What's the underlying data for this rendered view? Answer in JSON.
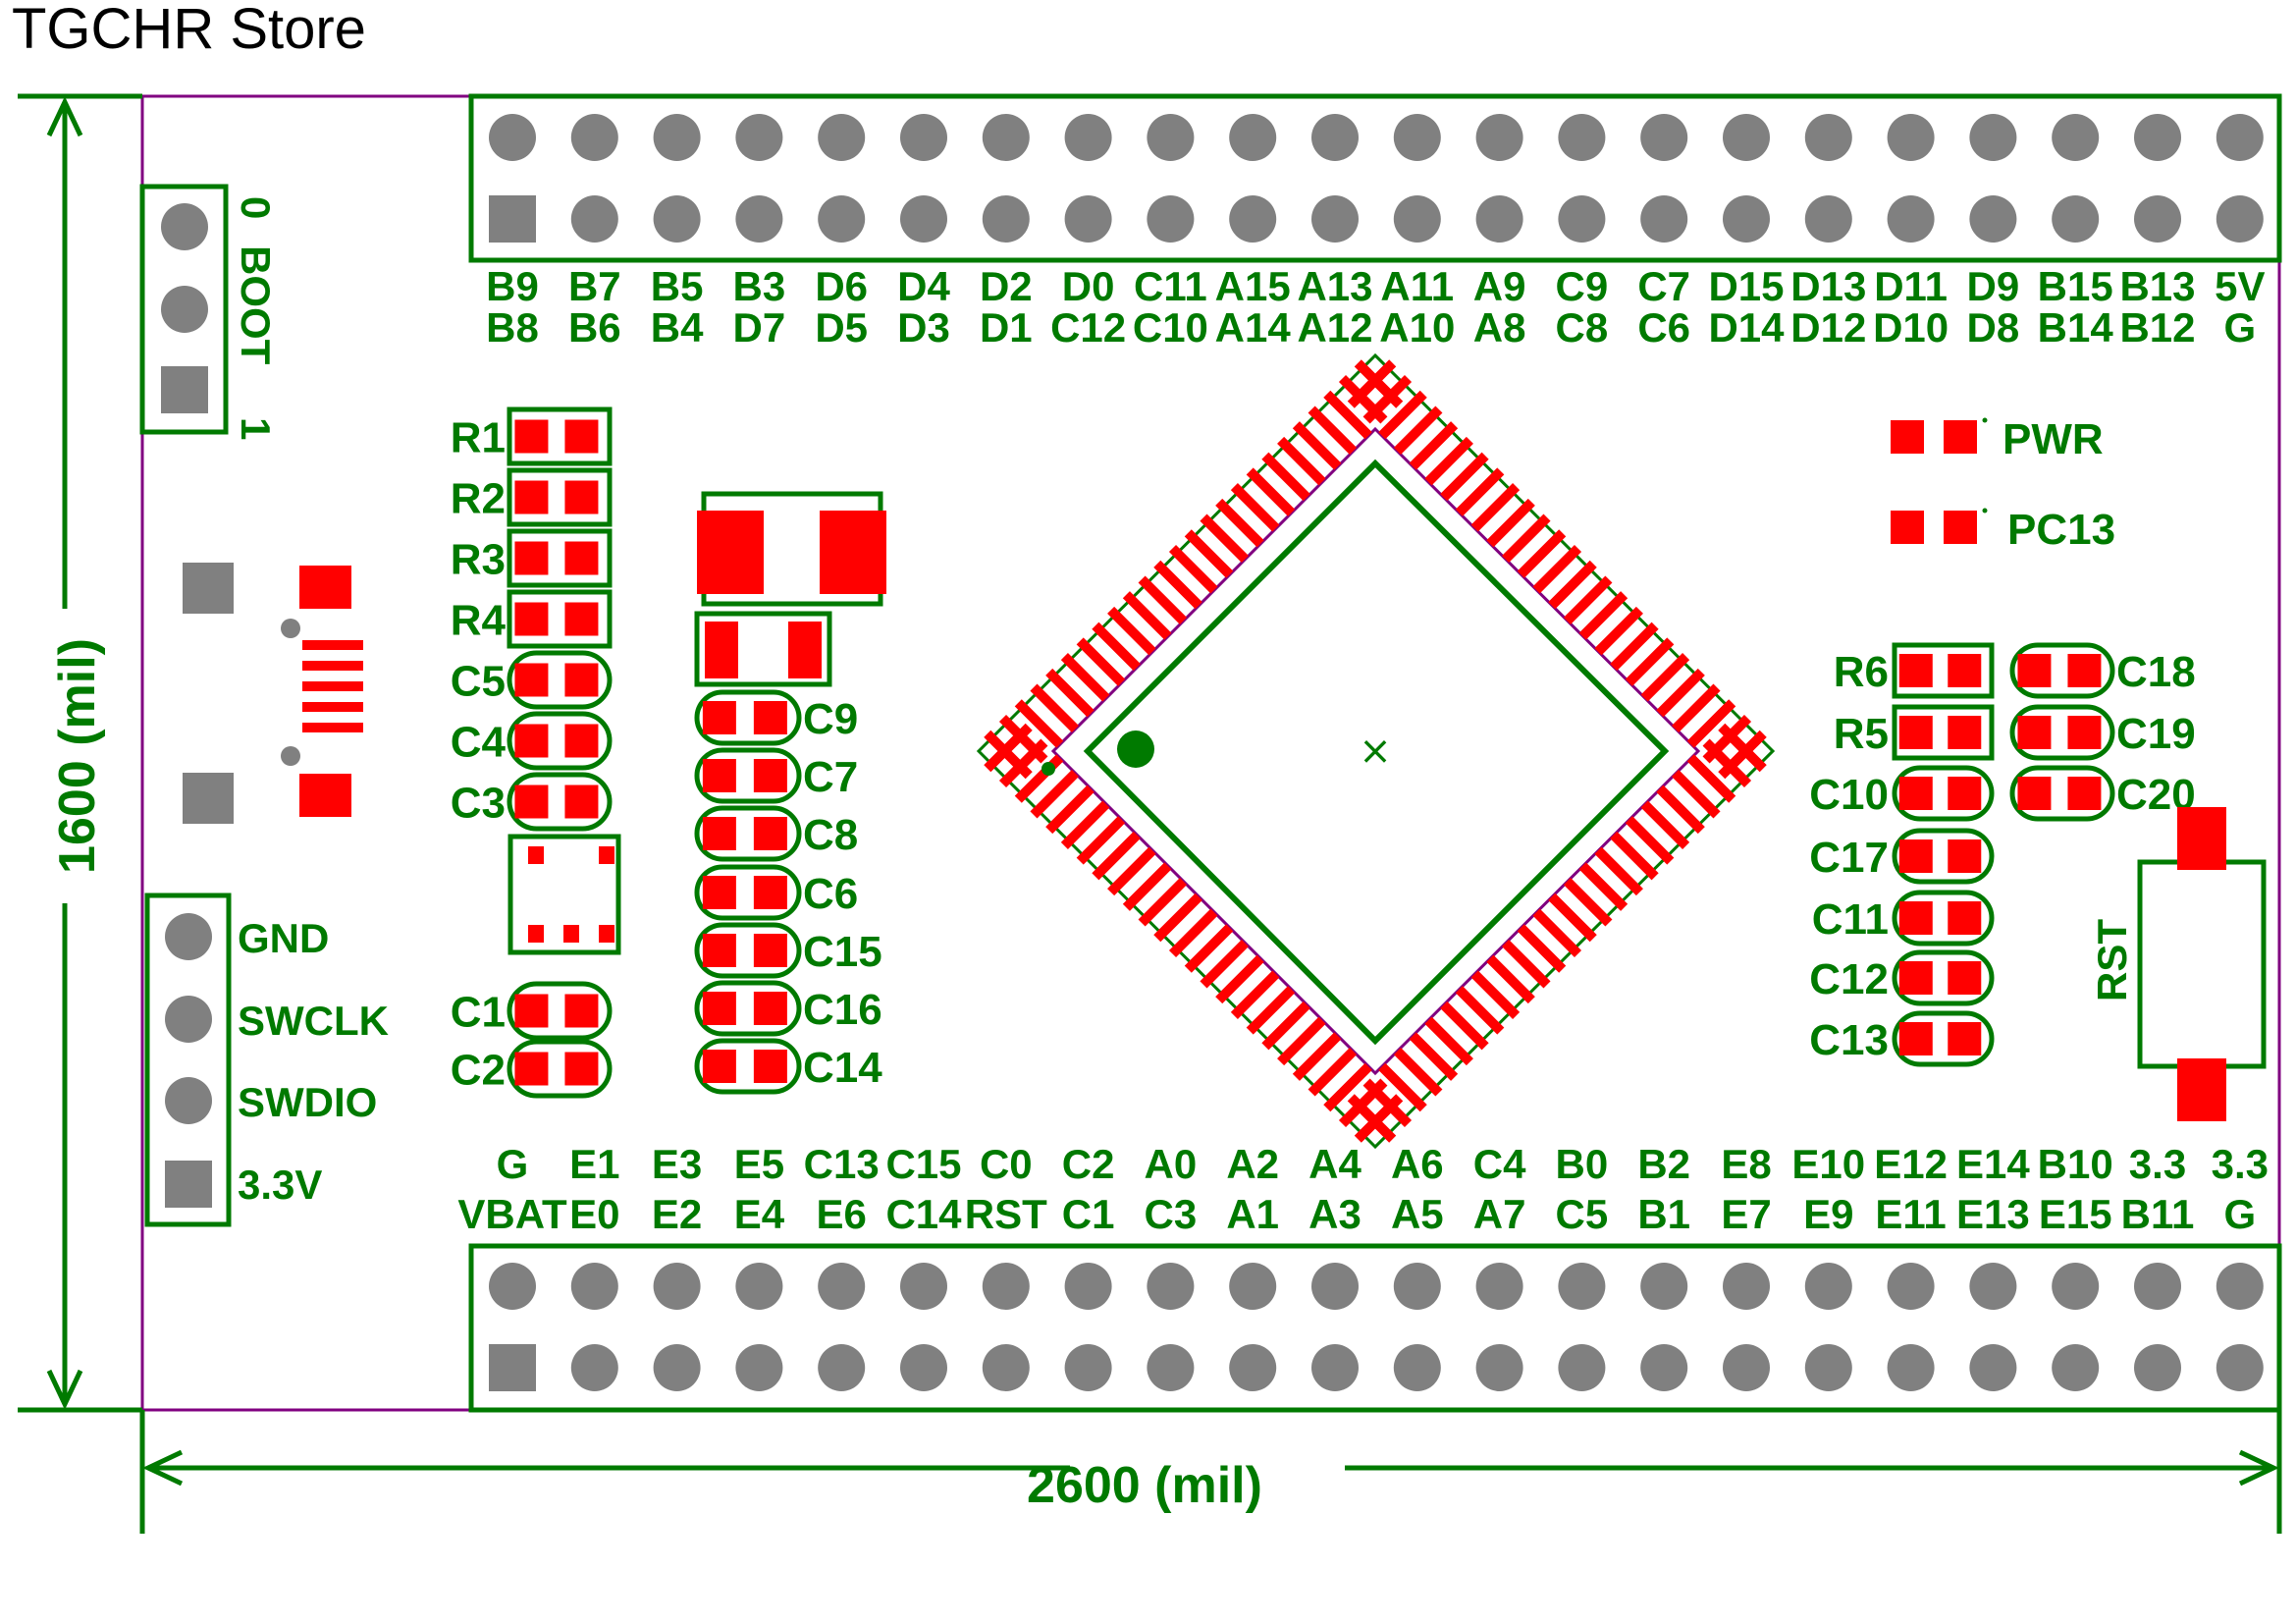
{
  "store_label": "TGCHR Store",
  "dimensions": {
    "width_label": "2600 (mil)",
    "height_label": "1600 (mil)"
  },
  "colors": {
    "silk": "#007a00",
    "pad": "#ff0000",
    "hole": "#808080",
    "outline": "#800080"
  },
  "top_header": {
    "row1": [
      "B9",
      "B7",
      "B5",
      "B3",
      "D6",
      "D4",
      "D2",
      "D0",
      "C11",
      "A15",
      "A13",
      "A11",
      "A9",
      "C9",
      "C7",
      "D15",
      "D13",
      "D11",
      "D9",
      "B15",
      "B13",
      "5V"
    ],
    "row2": [
      "B8",
      "B6",
      "B4",
      "D7",
      "D5",
      "D3",
      "D1",
      "C12",
      "C10",
      "A14",
      "A12",
      "A10",
      "A8",
      "C8",
      "C6",
      "D14",
      "D12",
      "D10",
      "D8",
      "B14",
      "B12",
      "G"
    ]
  },
  "bottom_header": {
    "row1": [
      "G",
      "E1",
      "E3",
      "E5",
      "C13",
      "C15",
      "C0",
      "C2",
      "A0",
      "A2",
      "A4",
      "A6",
      "C4",
      "B0",
      "B2",
      "E8",
      "E10",
      "E12",
      "E14",
      "B10",
      "3.3",
      "3.3"
    ],
    "row2": [
      "VBAT",
      "E0",
      "E2",
      "E4",
      "E6",
      "C14",
      "RST",
      "C1",
      "C3",
      "A1",
      "A3",
      "A5",
      "A7",
      "C5",
      "B1",
      "E7",
      "E9",
      "E11",
      "E13",
      "E15",
      "B11",
      "G"
    ]
  },
  "boot": {
    "label": "BOOT",
    "pin0": "0",
    "pin1": "1"
  },
  "swd_pins": [
    "GND",
    "SWCLK",
    "SWDIO",
    "3.3V"
  ],
  "left_components": [
    "R1",
    "R2",
    "R3",
    "R4",
    "C5",
    "C4",
    "C3",
    "C1",
    "C2"
  ],
  "mid_components": [
    "C9",
    "C7",
    "C8",
    "C6",
    "C15",
    "C16",
    "C14"
  ],
  "right_left_components": [
    "R6",
    "R5",
    "C10",
    "C17",
    "C11",
    "C12",
    "C13"
  ],
  "right_right_components": [
    "C18",
    "C19",
    "C20"
  ],
  "leds": [
    "PWR",
    "PC13"
  ],
  "reset_label": "RST",
  "chip_mark": "×"
}
